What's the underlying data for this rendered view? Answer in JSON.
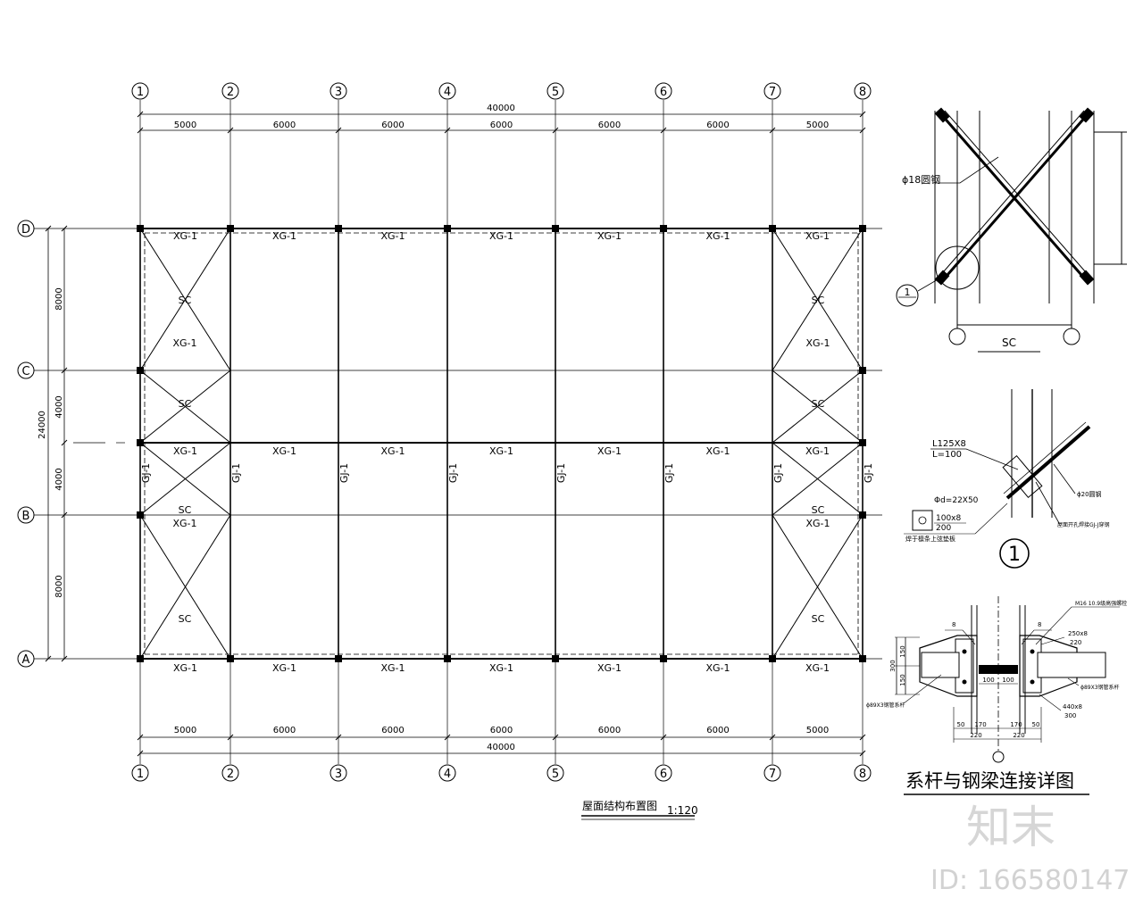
{
  "plan": {
    "column_axes": [
      "1",
      "2",
      "3",
      "4",
      "5",
      "6",
      "7",
      "8"
    ],
    "row_axes": [
      "D",
      "C",
      "B",
      "A"
    ],
    "top_total_dim": "40000",
    "top_bay_dims": [
      "5000",
      "6000",
      "6000",
      "6000",
      "6000",
      "6000",
      "5000"
    ],
    "bottom_bay_dims": [
      "5000",
      "6000",
      "6000",
      "6000",
      "6000",
      "6000",
      "5000"
    ],
    "bottom_total_dim": "40000",
    "left_dims": [
      "8000",
      "4000",
      "4000",
      "8000"
    ],
    "left_total_dim": "24000",
    "xg_label": "XG-1",
    "gj_label": "GJ-1",
    "sc_label": "SC",
    "title": "屋面结构布置图",
    "scale": "1:120"
  },
  "detail_bracing": {
    "rod_label": "ɸ18圆钢",
    "callout": "1",
    "sc_label": "SC"
  },
  "detail_1": {
    "angle_label": "L125X8",
    "angle_length": "L=100",
    "rod_label": "ɸ20圆钢",
    "plate_note_1": "Φd=22X50",
    "plate_note_2": "100x8",
    "plate_note_3": "200",
    "plate_note_4": "焊于檩条上弦垫板",
    "right_note": "屋面开孔焊接GJ-J穿钢",
    "callout": "1"
  },
  "detail_connection": {
    "bolt_note": "M16 10.9级高强螺栓",
    "plate_1": "250x8",
    "plate_1_dim": "220",
    "pipe_right": "ɸ89X3钢管系杆",
    "pipe_left": "ɸ89X3钢管系杆",
    "plate_2": "440x8",
    "plate_2_dim": "300",
    "weld_left": "8",
    "weld_right": "8",
    "left_dims": [
      "300",
      "150",
      "150"
    ],
    "center_dims": [
      "100",
      "100"
    ],
    "bottom_dims": [
      "50",
      "170",
      "170",
      "50"
    ],
    "bottom_dims_2": [
      "220",
      "220"
    ],
    "title": "系杆与钢梁连接详图"
  },
  "watermark": {
    "logo": "知末",
    "id_text": "ID: 166580147"
  }
}
